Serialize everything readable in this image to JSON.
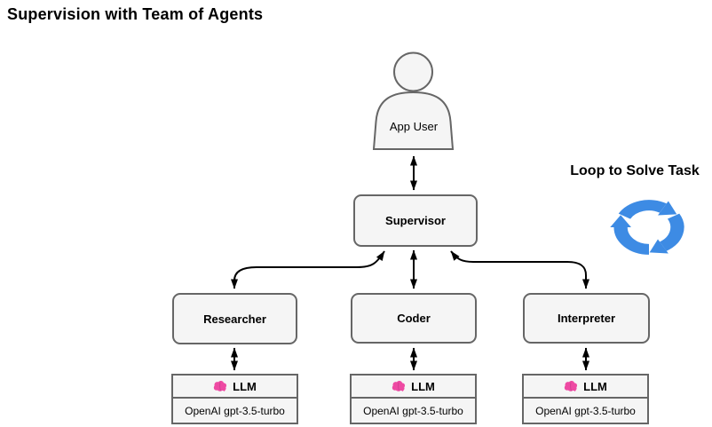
{
  "title": "Supervision with Team of Agents",
  "loop": {
    "label": "Loop to Solve Task",
    "icon": "loop-refresh-icon"
  },
  "nodes": {
    "app_user": {
      "label": "App User"
    },
    "supervisor": {
      "label": "Supervisor"
    },
    "researcher": {
      "label": "Researcher"
    },
    "coder": {
      "label": "Coder"
    },
    "interpreter": {
      "label": "Interpreter"
    }
  },
  "llm": [
    {
      "icon": "brain-icon",
      "title": "LLM",
      "subtitle": "OpenAI gpt-3.5-turbo"
    },
    {
      "icon": "brain-icon",
      "title": "LLM",
      "subtitle": "OpenAI gpt-3.5-turbo"
    },
    {
      "icon": "brain-icon",
      "title": "LLM",
      "subtitle": "OpenAI gpt-3.5-turbo"
    }
  ],
  "colors": {
    "box_fill": "#f5f5f5",
    "box_border": "#666666",
    "arrow": "#000000",
    "loop_blue": "#3d8be4",
    "brain_pink": "#ee4aa3",
    "text": "#000000",
    "background": "#ffffff"
  }
}
